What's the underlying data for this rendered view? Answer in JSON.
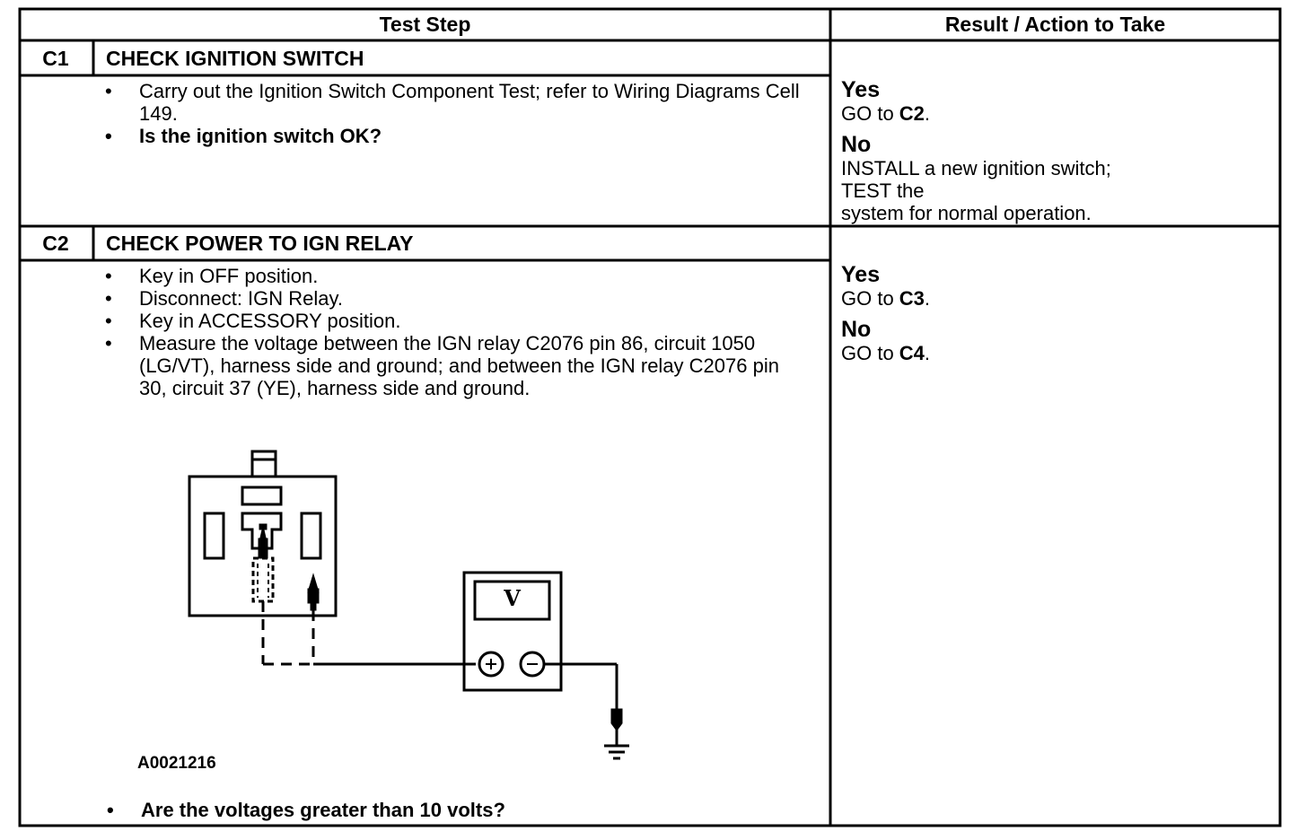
{
  "table": {
    "headers": {
      "test_step": "Test Step",
      "result": "Result / Action to Take"
    },
    "steps": [
      {
        "id": "C1",
        "title": "CHECK IGNITION SWITCH",
        "bullets": [
          "Carry out the Ignition Switch Component Test; refer to Wiring Diagrams Cell 149.",
          "Is the ignition switch OK?"
        ],
        "results": {
          "yes_label": "Yes",
          "yes_prefix": "GO to ",
          "yes_target": "C2",
          "yes_suffix": ".",
          "no_label": "No",
          "no_lines": [
            "INSTALL a new ignition switch;",
            "TEST the",
            "system for normal operation."
          ]
        }
      },
      {
        "id": "C2",
        "title": "CHECK POWER TO IGN RELAY",
        "bullets": [
          "Key in OFF position.",
          "Disconnect: IGN Relay.",
          "Key in ACCESSORY position.",
          "Measure the voltage between the IGN relay C2076 pin 86, circuit 1050 (LG/VT), harness side and ground; and between the IGN relay C2076 pin 30, circuit 37 (YE), harness side and ground."
        ],
        "figure_id": "A0021216",
        "meter_label": "V",
        "final_question": "Are the voltages greater than 10 volts?",
        "results": {
          "yes_label": "Yes",
          "yes_prefix": "GO to ",
          "yes_target": "C3",
          "yes_suffix": ".",
          "no_label": "No",
          "no_prefix": "GO to ",
          "no_target": "C4",
          "no_suffix": "."
        }
      }
    ]
  }
}
